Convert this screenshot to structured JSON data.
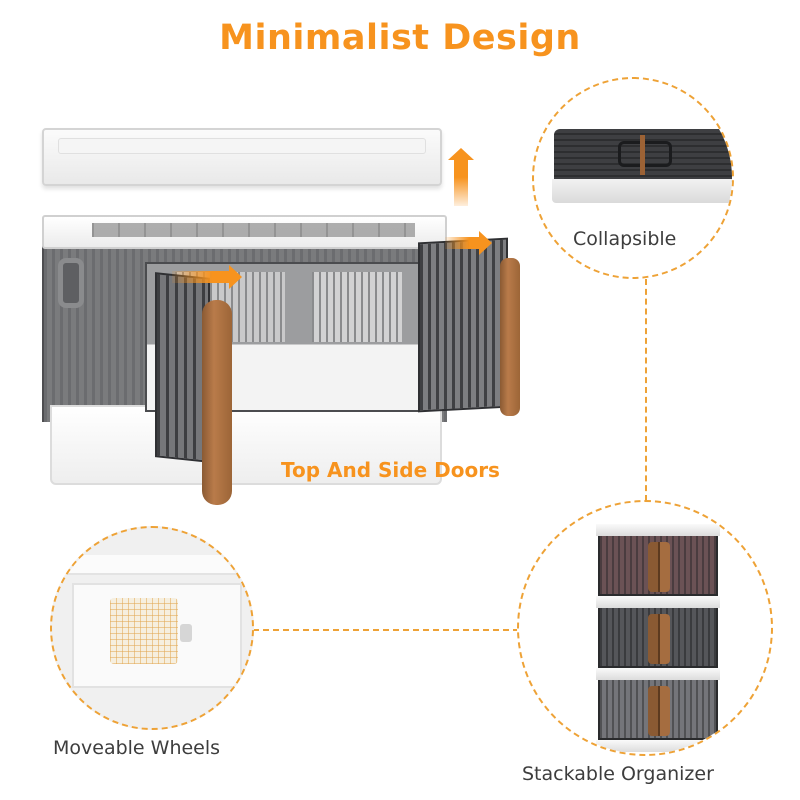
{
  "colors": {
    "accent_orange": "#f7931e",
    "dashed_line": "#eea236",
    "label_text": "#3d3d3d",
    "hinge_brown": "#a96f41",
    "panel_dark": "#5f6063"
  },
  "header": {
    "title": "Minimalist Design"
  },
  "main_product": {
    "caption": "Top And Side Doors",
    "icons": [
      "lid-lift-arrow-up-icon",
      "top-door-arrow-right-icon",
      "side-door-arrow-right-icon"
    ]
  },
  "features": [
    {
      "id": "collapsible",
      "label": "Collapsible"
    },
    {
      "id": "wheels",
      "label": "Moveable Wheels"
    },
    {
      "id": "stackable",
      "label": "Stackable Organizer"
    }
  ]
}
